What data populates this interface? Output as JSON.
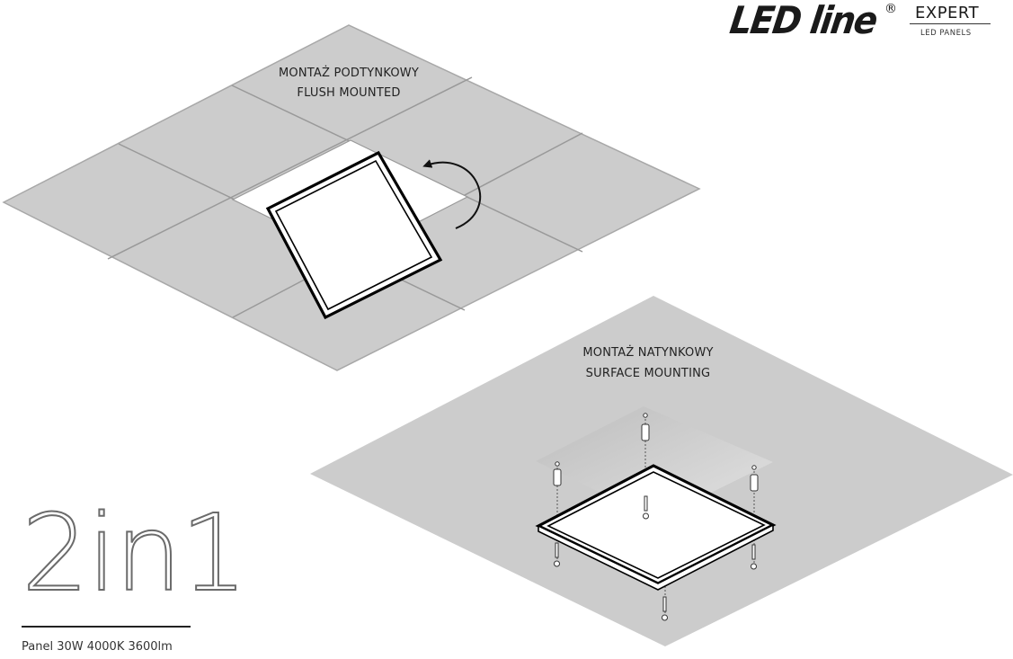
{
  "brand": {
    "name": "LED line",
    "registered": "®",
    "line": "EXPERT",
    "sub": "LED PANELS"
  },
  "flush": {
    "label_pl": "MONTAŻ PODTYNKOWY",
    "label_en": "FLUSH MOUNTED"
  },
  "surface": {
    "label_pl": "MONTAŻ NATYNKOWY",
    "label_en": "SURFACE MOUNTING"
  },
  "badge": {
    "title": "2in1",
    "spec": "Panel 30W 4000K 3600lm"
  },
  "colors": {
    "ceiling": "#cccccc",
    "grid_line": "#999999",
    "panel_stroke": "#000000",
    "arrow": "#111111"
  }
}
